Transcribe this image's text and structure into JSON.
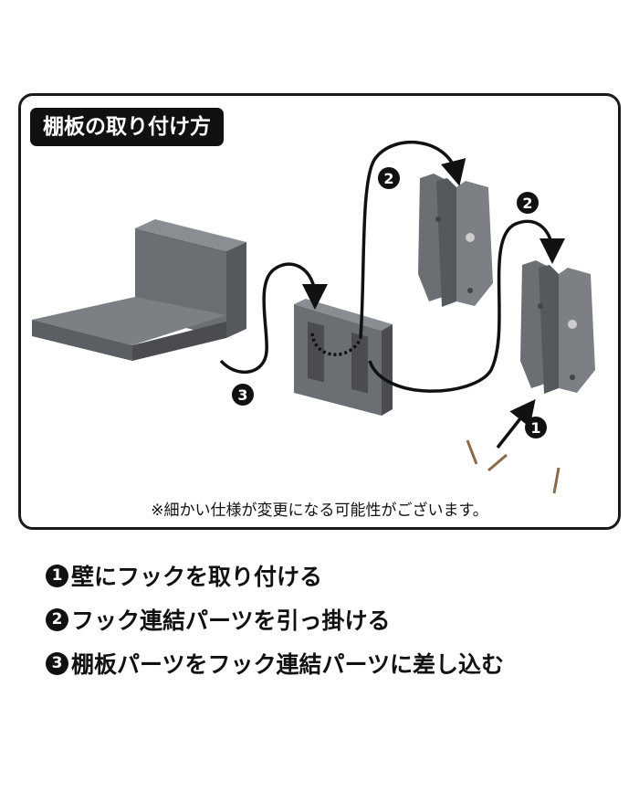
{
  "title": "棚板の取り付け方",
  "note": "※細かい仕様が変更になる可能性がございます。",
  "callouts": [
    "1",
    "2",
    "2",
    "3"
  ],
  "steps": [
    {
      "num": "1",
      "text": "壁にフックを取り付ける"
    },
    {
      "num": "2",
      "text": "フック連結パーツを引っ掛ける"
    },
    {
      "num": "3",
      "text": "棚板パーツをフック連結パーツに差し込む"
    }
  ],
  "colors": {
    "part": "#6b6e73",
    "partDark": "#4a4c50",
    "partLight": "#8a8d92",
    "ink": "#111111"
  }
}
